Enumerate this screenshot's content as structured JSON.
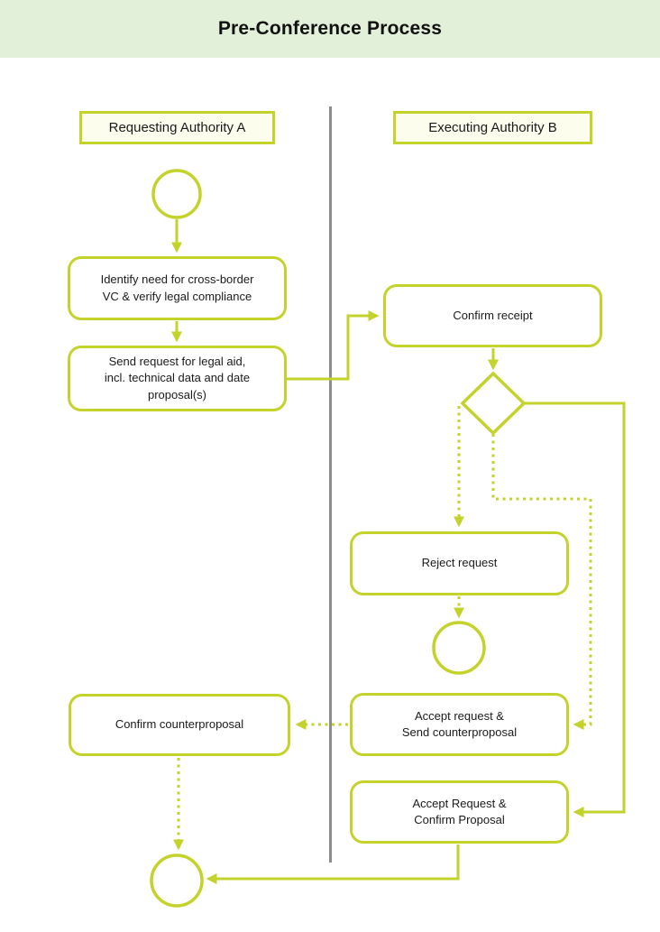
{
  "header": {
    "title": "Pre-Conference Process"
  },
  "lanes": {
    "a": {
      "label": "Requesting Authority A"
    },
    "b": {
      "label": "Executing Authority B"
    }
  },
  "nodes": {
    "identify": {
      "label": "Identify need for cross-border\nVC & verify legal compliance"
    },
    "send_request": {
      "label": "Send request for legal aid,\nincl. technical data and date\nproposal(s)"
    },
    "confirm_receipt": {
      "label": "Confirm receipt"
    },
    "reject_request": {
      "label": "Reject request"
    },
    "accept_counterproposal": {
      "label": "Accept request &\nSend counterproposal"
    },
    "confirm_counterproposal": {
      "label": "Confirm counterproposal"
    },
    "accept_confirm_proposal": {
      "label": "Accept Request &\nConfirm Proposal"
    }
  },
  "edges": [
    {
      "from": "start-event-a",
      "to": "identify",
      "style": "solid"
    },
    {
      "from": "identify",
      "to": "send_request",
      "style": "solid"
    },
    {
      "from": "send_request",
      "to": "confirm_receipt",
      "style": "solid"
    },
    {
      "from": "confirm_receipt",
      "to": "decision-gateway",
      "style": "solid"
    },
    {
      "from": "decision-gateway",
      "to": "reject_request",
      "style": "dotted"
    },
    {
      "from": "decision-gateway",
      "to": "accept_counterproposal",
      "style": "dotted"
    },
    {
      "from": "decision-gateway",
      "to": "accept_confirm_proposal",
      "style": "solid"
    },
    {
      "from": "reject_request",
      "to": "end-event-b",
      "style": "dotted"
    },
    {
      "from": "accept_counterproposal",
      "to": "confirm_counterproposal",
      "style": "dotted"
    },
    {
      "from": "confirm_counterproposal",
      "to": "end-event-a",
      "style": "dotted"
    },
    {
      "from": "accept_confirm_proposal",
      "to": "end-event-a",
      "style": "solid"
    }
  ],
  "colors": {
    "accent": "#c3d32c",
    "header_bg": "#e2f0d9",
    "lane_fill": "#fdfdee",
    "divider": "#8c8c8c",
    "text": "#1a1a1a"
  }
}
